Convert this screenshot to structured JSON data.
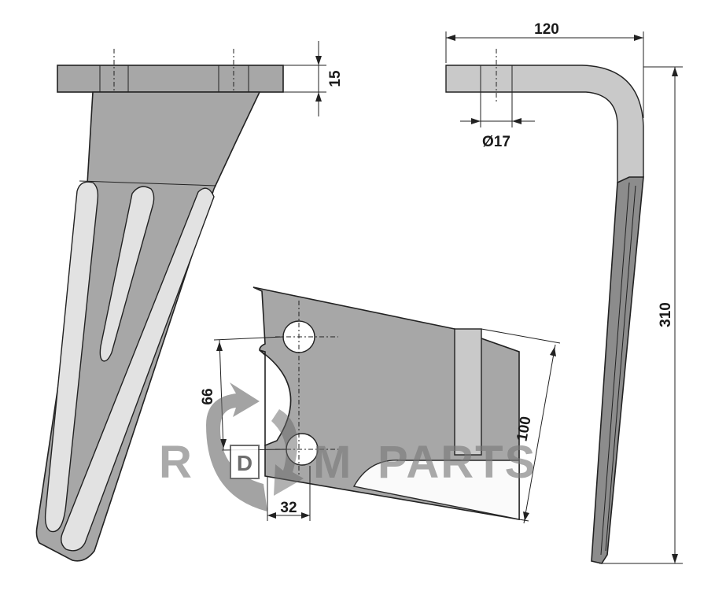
{
  "dimensions": {
    "width_top": "120",
    "height_total": "310",
    "plate_thickness": "15",
    "hole_diameter": "Ø17",
    "hole_spacing": "66",
    "hole_edge_offset": "32",
    "blade_width": "100"
  },
  "watermark": {
    "letters": [
      "R",
      "D",
      "M",
      "PARTS"
    ],
    "emblem_letter": "D"
  },
  "colors": {
    "steel": "#a7a7a7",
    "steel_dark": "#8c8c8c",
    "line": "#222222",
    "watermark": "#7a7a7a"
  }
}
